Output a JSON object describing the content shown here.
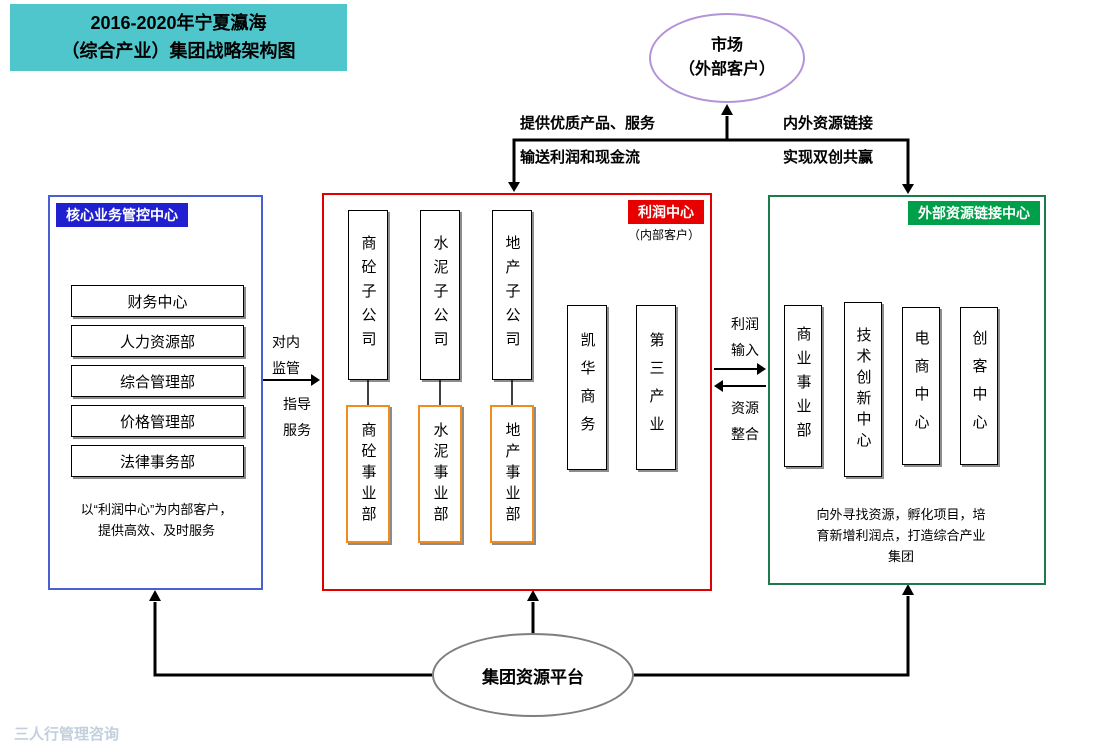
{
  "title": {
    "line1": "2016-2020年宁夏瀛海",
    "line2": "（综合产业）集团战略架构图"
  },
  "market": {
    "line1": "市场",
    "line2": "（外部客户）"
  },
  "flow_labels": {
    "provide_products": "提供优质产品、服务",
    "deliver_profit": "输送利润和现金流",
    "resource_link": "内外资源链接",
    "win_win": "实现双创共赢",
    "internal_supervision": "对内监管",
    "guidance_service": "指导服务",
    "profit_input": "利润输入",
    "resource_integration": "资源整合"
  },
  "left_panel": {
    "header": "核心业务管控中心",
    "items": [
      "财务中心",
      "人力资源部",
      "综合管理部",
      "价格管理部",
      "法律事务部"
    ],
    "note_line1": "以“利润中心”为内部客户，",
    "note_line2": "提供高效、及时服务"
  },
  "center_panel": {
    "header": "利润中心",
    "subheader": "（内部客户）",
    "subsidiaries": [
      "商砼子公司",
      "水泥子公司",
      "地产子公司"
    ],
    "divisions": [
      "商砼事业部",
      "水泥事业部",
      "地产事业部"
    ],
    "units": [
      "凯华商务",
      "第三产业"
    ]
  },
  "right_panel": {
    "header": "外部资源链接中心",
    "items": [
      "商业事业部",
      "技术创新中心",
      "电商中心",
      "创客中心"
    ],
    "note": "向外寻找资源，孵化项目，培育新增利润点，打造综合产业集团"
  },
  "platform": "集团资源平台",
  "watermark": "三人行管理咨询",
  "colors": {
    "title_bg": "#4FC6CC",
    "market_border": "#B394D9",
    "core_header_bg": "#2020D0",
    "core_border": "#4A5FD0",
    "profit_header_bg": "#E80000",
    "profit_border": "#E00000",
    "division_border": "#F08C1E",
    "external_header_bg": "#00A04A",
    "external_border": "#1D7A4A",
    "platform_border": "#7F7F7F"
  }
}
